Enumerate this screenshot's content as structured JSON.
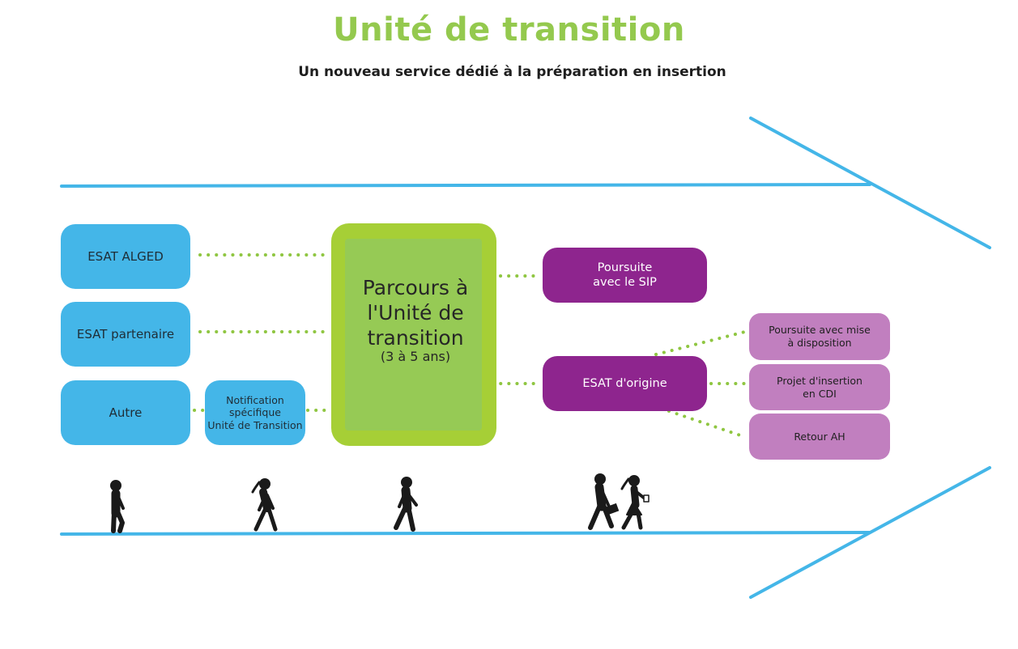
{
  "header": {
    "title": "Unité de transition",
    "subtitle": "Un nouveau service dédié à la préparation en insertion"
  },
  "sources": {
    "esat_alged": "ESAT ALGED",
    "esat_partenaire": "ESAT partenaire",
    "autre": "Autre",
    "notification": [
      "Notification",
      "spécifique",
      "Unité de Transition"
    ]
  },
  "center": {
    "main": [
      "Parcours à",
      "l'Unité de",
      "transition"
    ],
    "duration": "(3 à 5 ans)"
  },
  "outcomes": {
    "poursuite_sip": [
      "Poursuite",
      "avec le SIP"
    ],
    "esat_origine": "ESAT d'origine"
  },
  "sub_outcomes": {
    "mise_a_disposition": [
      "Poursuite avec mise",
      "à disposition"
    ],
    "projet_cdi": [
      "Projet d'insertion",
      "en CDI"
    ],
    "retour_ah": "Retour AH"
  },
  "colors": {
    "title_green": "#94c94e",
    "arrow_blue": "#44b6e8",
    "box_blue": "#44b6e8",
    "center_green": "#a6cf36",
    "purple": "#8e258e",
    "lilac": "#c17fbf",
    "dotted_connector": "#8fc641"
  }
}
